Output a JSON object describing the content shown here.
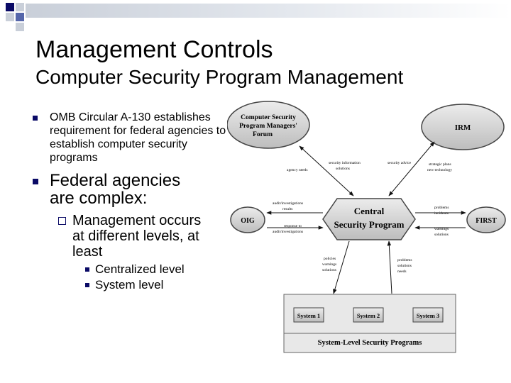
{
  "slide": {
    "title": "Management Controls",
    "subtitle": "Computer Security Program Management"
  },
  "bullets": {
    "b1": "OMB Circular A-130 establishes requirement for federal agencies to establish computer security programs",
    "b2_line1": "Federal agencies",
    "b2_line2": "are complex:",
    "b3_line1": "Management occurs",
    "b3_line2": "at different levels, at",
    "b3_line3": "least",
    "b4a": "Centralized level",
    "b4b": "System level"
  },
  "diagram": {
    "forum_line1": "Computer Security",
    "forum_line2": "Program Managers'",
    "forum_line3": "Forum",
    "irm": "IRM",
    "oig": "OIG",
    "first": "FIRST",
    "central_line1": "Central",
    "central_line2": "Security Program",
    "agency_needs": "agency needs",
    "security_info_1": "security information",
    "security_info_2": "solutions",
    "security_advice": "security advice",
    "strategic_1": "strategic plans",
    "strategic_2": "new technology",
    "audit_1": "audit/investigations",
    "audit_2": "results",
    "response_1": "response to",
    "response_2": "audit/investigations",
    "problems_incidents_1": "problems",
    "problems_incidents_2": "incidents",
    "warnings_solutions_1": "warnings",
    "warnings_solutions_2": "solutions",
    "policies_1": "policies",
    "policies_2": "warnings",
    "policies_3": "solutions",
    "problems_needs_1": "problems",
    "problems_needs_2": "solutions",
    "problems_needs_3": "needs",
    "system1": "System 1",
    "system2": "System 2",
    "system3": "System 3",
    "system_level": "System-Level Security Programs"
  },
  "colors": {
    "bullet": "#0a0a66",
    "deco_dark": "#0a0a66",
    "deco_mid": "#5566aa",
    "deco_light": "#c9cfd9",
    "node_fill": "#d4d4d4"
  }
}
